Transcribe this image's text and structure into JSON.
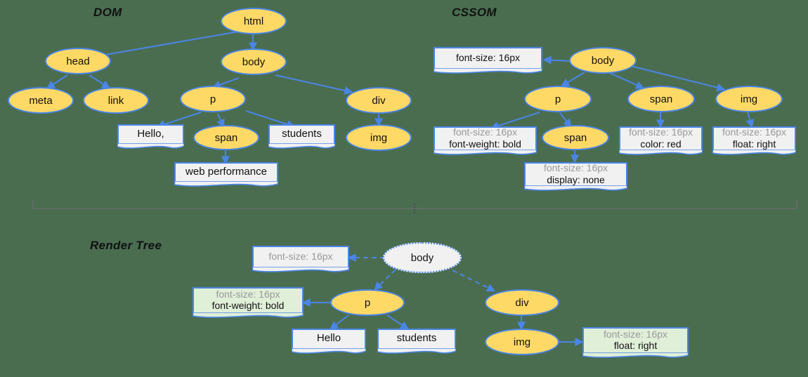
{
  "diagram": {
    "title_dom": "DOM",
    "title_cssom": "CSSOM",
    "title_render_tree": "Render Tree",
    "colors": {
      "element_fill": "#ffd966",
      "element_stroke": "#4a86e8",
      "box_fill": "#f1f1f1",
      "box_fill_applied": "#e0efd8",
      "text": "#111111",
      "text_muted": "#999999",
      "background": "#ffffff",
      "divider": "#6b6b6b"
    }
  },
  "dom": {
    "nodes": [
      {
        "id": "html",
        "label": "html",
        "type": "element"
      },
      {
        "id": "head",
        "label": "head",
        "type": "element"
      },
      {
        "id": "body",
        "label": "body",
        "type": "element"
      },
      {
        "id": "meta",
        "label": "meta",
        "type": "element"
      },
      {
        "id": "link",
        "label": "link",
        "type": "element"
      },
      {
        "id": "p",
        "label": "p",
        "type": "element"
      },
      {
        "id": "div",
        "label": "div",
        "type": "element"
      },
      {
        "id": "hello",
        "label": "Hello,",
        "type": "text"
      },
      {
        "id": "span",
        "label": "span",
        "type": "element"
      },
      {
        "id": "students",
        "label": "students",
        "type": "text"
      },
      {
        "id": "img",
        "label": "img",
        "type": "element"
      },
      {
        "id": "webperf",
        "label": "web performance",
        "type": "text"
      }
    ],
    "edges": [
      [
        "html",
        "head"
      ],
      [
        "html",
        "body"
      ],
      [
        "head",
        "meta"
      ],
      [
        "head",
        "link"
      ],
      [
        "body",
        "p"
      ],
      [
        "body",
        "div"
      ],
      [
        "p",
        "hello"
      ],
      [
        "p",
        "span"
      ],
      [
        "p",
        "students"
      ],
      [
        "span",
        "webperf"
      ],
      [
        "div",
        "img"
      ]
    ]
  },
  "cssom": {
    "nodes": [
      {
        "id": "body",
        "label": "body",
        "type": "element"
      },
      {
        "id": "p",
        "label": "p",
        "type": "element"
      },
      {
        "id": "span1",
        "label": "span",
        "type": "element"
      },
      {
        "id": "span2",
        "label": "span",
        "type": "element"
      },
      {
        "id": "img",
        "label": "img",
        "type": "element"
      },
      {
        "id": "rule_body",
        "type": "rules",
        "inherited": "font-size: 16px",
        "own": ""
      },
      {
        "id": "rule_p",
        "type": "rules",
        "inherited": "font-size: 16px",
        "own": "font-weight: bold"
      },
      {
        "id": "rule_span1",
        "type": "rules",
        "inherited": "font-size: 16px",
        "own": "color: red"
      },
      {
        "id": "rule_span2",
        "type": "rules",
        "inherited": "font-size: 16px",
        "own": "display: none"
      },
      {
        "id": "rule_img",
        "type": "rules",
        "inherited": "font-size: 16px",
        "own": "float: right"
      }
    ],
    "edges": [
      [
        "body",
        "rule_body"
      ],
      [
        "body",
        "p"
      ],
      [
        "body",
        "span1"
      ],
      [
        "body",
        "img"
      ],
      [
        "p",
        "rule_p"
      ],
      [
        "p",
        "span2"
      ],
      [
        "span1",
        "rule_span1"
      ],
      [
        "span2",
        "rule_span2"
      ],
      [
        "img",
        "rule_img"
      ]
    ]
  },
  "render_tree": {
    "nodes": [
      {
        "id": "body",
        "label": "body",
        "type": "ghost"
      },
      {
        "id": "p",
        "label": "p",
        "type": "element"
      },
      {
        "id": "div",
        "label": "div",
        "type": "element"
      },
      {
        "id": "img",
        "label": "img",
        "type": "element"
      },
      {
        "id": "hello",
        "label": "Hello",
        "type": "text"
      },
      {
        "id": "students",
        "label": "students",
        "type": "text"
      },
      {
        "id": "rule_body",
        "type": "rules",
        "inherited": "font-size: 16px",
        "own": ""
      },
      {
        "id": "rule_p",
        "type": "rules-applied",
        "inherited": "font-size: 16px",
        "own": "font-weight: bold"
      },
      {
        "id": "rule_img",
        "type": "rules-applied",
        "inherited": "font-size: 16px",
        "own": "float: right"
      }
    ],
    "edges": [
      [
        "body",
        "rule_body"
      ],
      [
        "body",
        "p"
      ],
      [
        "body",
        "div"
      ],
      [
        "p",
        "rule_p"
      ],
      [
        "p",
        "hello"
      ],
      [
        "p",
        "students"
      ],
      [
        "div",
        "img"
      ],
      [
        "img",
        "rule_img"
      ]
    ]
  }
}
